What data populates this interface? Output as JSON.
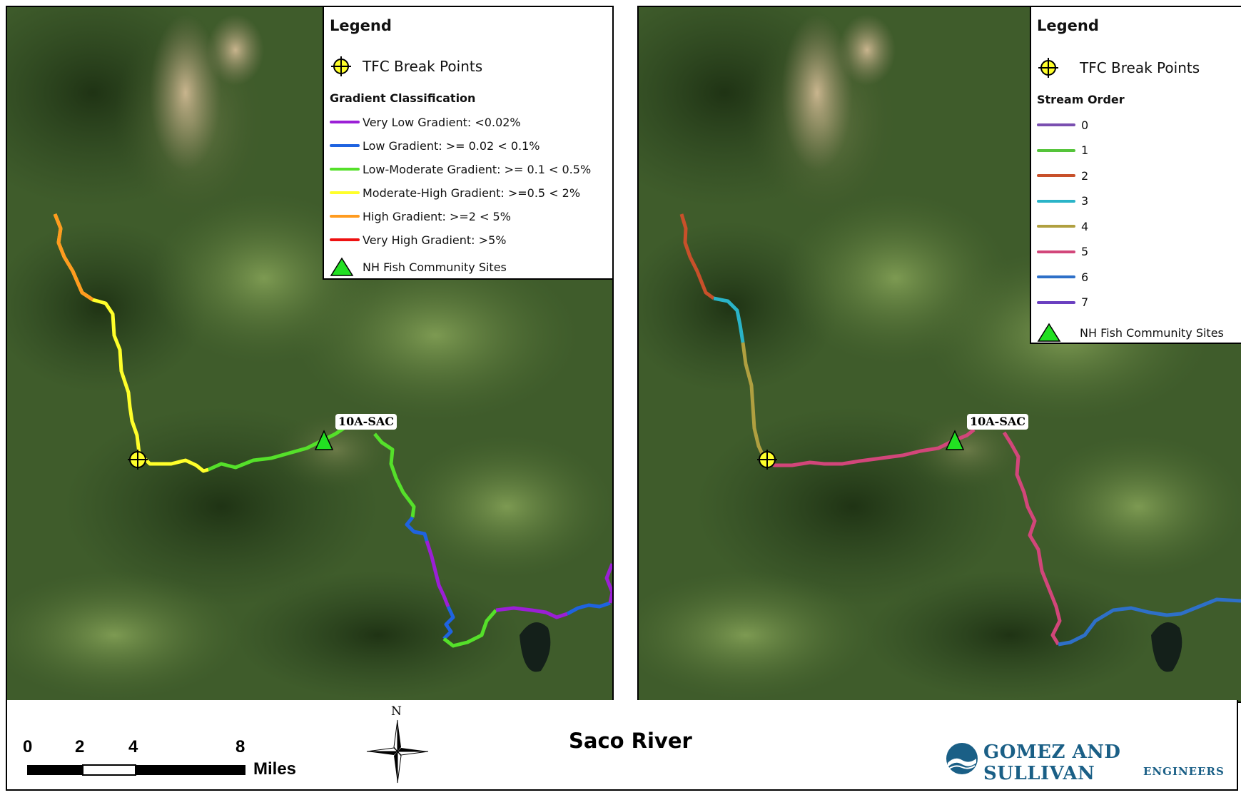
{
  "left_legend": {
    "title": "Legend",
    "break_points": "TFC Break Points",
    "section": "Gradient Classification",
    "classes": [
      {
        "label": "Very Low Gradient: <0.02%",
        "color": "#9b1fd6"
      },
      {
        "label": "Low Gradient: >= 0.02 < 0.1%",
        "color": "#1f63e0"
      },
      {
        "label": "Low-Moderate Gradient: >= 0.1 < 0.5%",
        "color": "#55e02a"
      },
      {
        "label": "Moderate-High Gradient: >=0.5 < 2%",
        "color": "#ffff2a"
      },
      {
        "label": "High Gradient: >=2 < 5%",
        "color": "#ff9b1f"
      },
      {
        "label": "Very High Gradient: >5%",
        "color": "#ee1111"
      }
    ],
    "fish_sites": "NH Fish Community Sites"
  },
  "right_legend": {
    "title": "Legend",
    "break_points": "TFC Break Points",
    "section": "Stream Order",
    "orders": [
      {
        "label": "0",
        "color": "#7a4fb0"
      },
      {
        "label": "1",
        "color": "#55c43a"
      },
      {
        "label": "2",
        "color": "#c8502a"
      },
      {
        "label": "3",
        "color": "#2ab4c8"
      },
      {
        "label": "4",
        "color": "#b0a040"
      },
      {
        "label": "5",
        "color": "#d2467a"
      },
      {
        "label": "6",
        "color": "#2e70c8"
      },
      {
        "label": "7",
        "color": "#6a3fc0"
      }
    ],
    "fish_sites": "NH Fish Community Sites"
  },
  "site_label": "10A-SAC",
  "scale": {
    "ticks": [
      "0",
      "2",
      "4",
      "8"
    ],
    "unit": "Miles"
  },
  "north": "N",
  "map_title": "Saco River",
  "logo": {
    "line1": "GOMEZ AND SULLIVAN",
    "line2": "ENGINEERS",
    "color": "#1a5f86"
  }
}
